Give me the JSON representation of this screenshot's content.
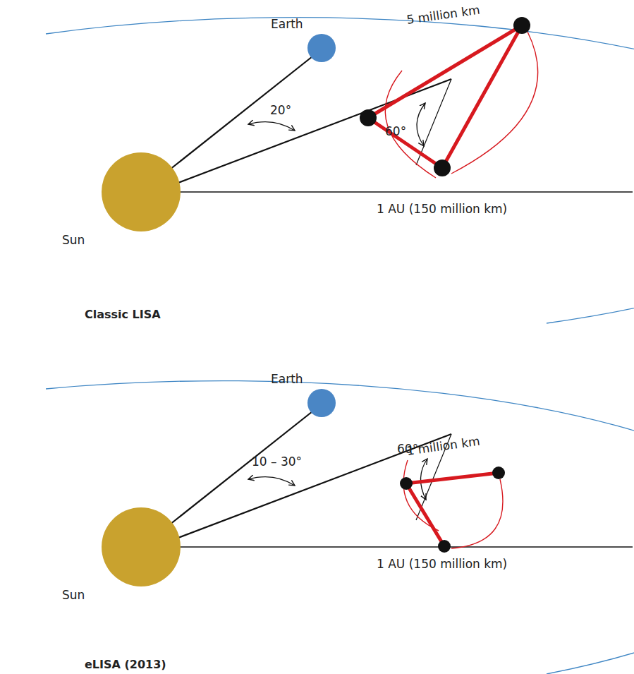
{
  "diagram": {
    "labels": [
      "Earth",
      "5 million km",
      "20°",
      "60°",
      "1 AU (150 million km)",
      "Sun",
      "Classic LISA",
      "Earth",
      "1 million km",
      "10 – 30°",
      "60°",
      "1 AU (150 million km)",
      "Sun",
      "eLISA (2013)"
    ]
  }
}
